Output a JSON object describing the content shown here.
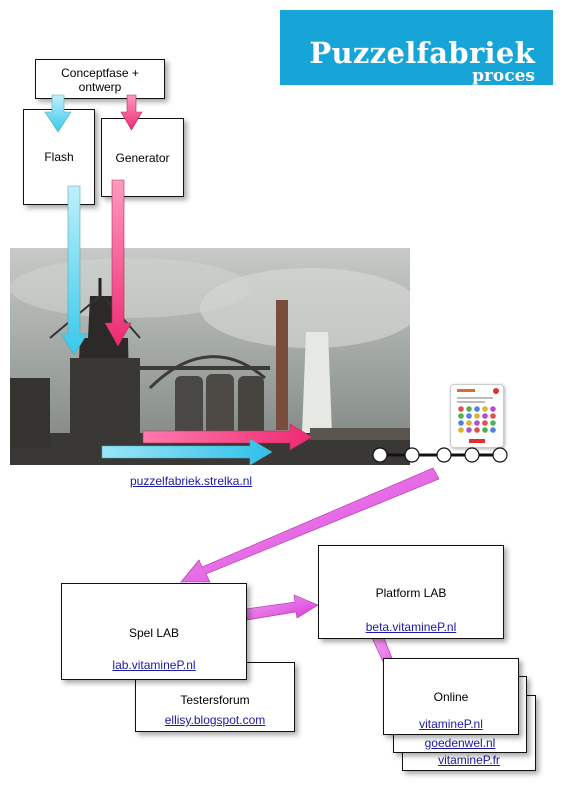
{
  "logo": {
    "title": "Puzzelfabriek",
    "subtitle": "proces"
  },
  "concept": {
    "label": "Conceptfase + ontwerp"
  },
  "flash": {
    "label": "Flash"
  },
  "generator": {
    "label": "Generator"
  },
  "photo_link": "puzzelfabriek.strelka.nl",
  "spel_lab": {
    "label": "Spel LAB",
    "link": "lab.vitamineP.nl"
  },
  "platform_lab": {
    "label": "Platform LAB",
    "link": "beta.vitamineP.nl"
  },
  "testers": {
    "label": "Testersforum",
    "link": "ellisy.blogspot.com"
  },
  "online": {
    "label": "Online",
    "links": [
      "vitamineP.nl",
      "goedenwel.nl",
      "vitamineP.fr"
    ]
  },
  "colors": {
    "cyan": "#4fd3f0",
    "pink": "#f0307a",
    "magenta": "#e14de3",
    "logo_bg": "#16a5d6"
  }
}
